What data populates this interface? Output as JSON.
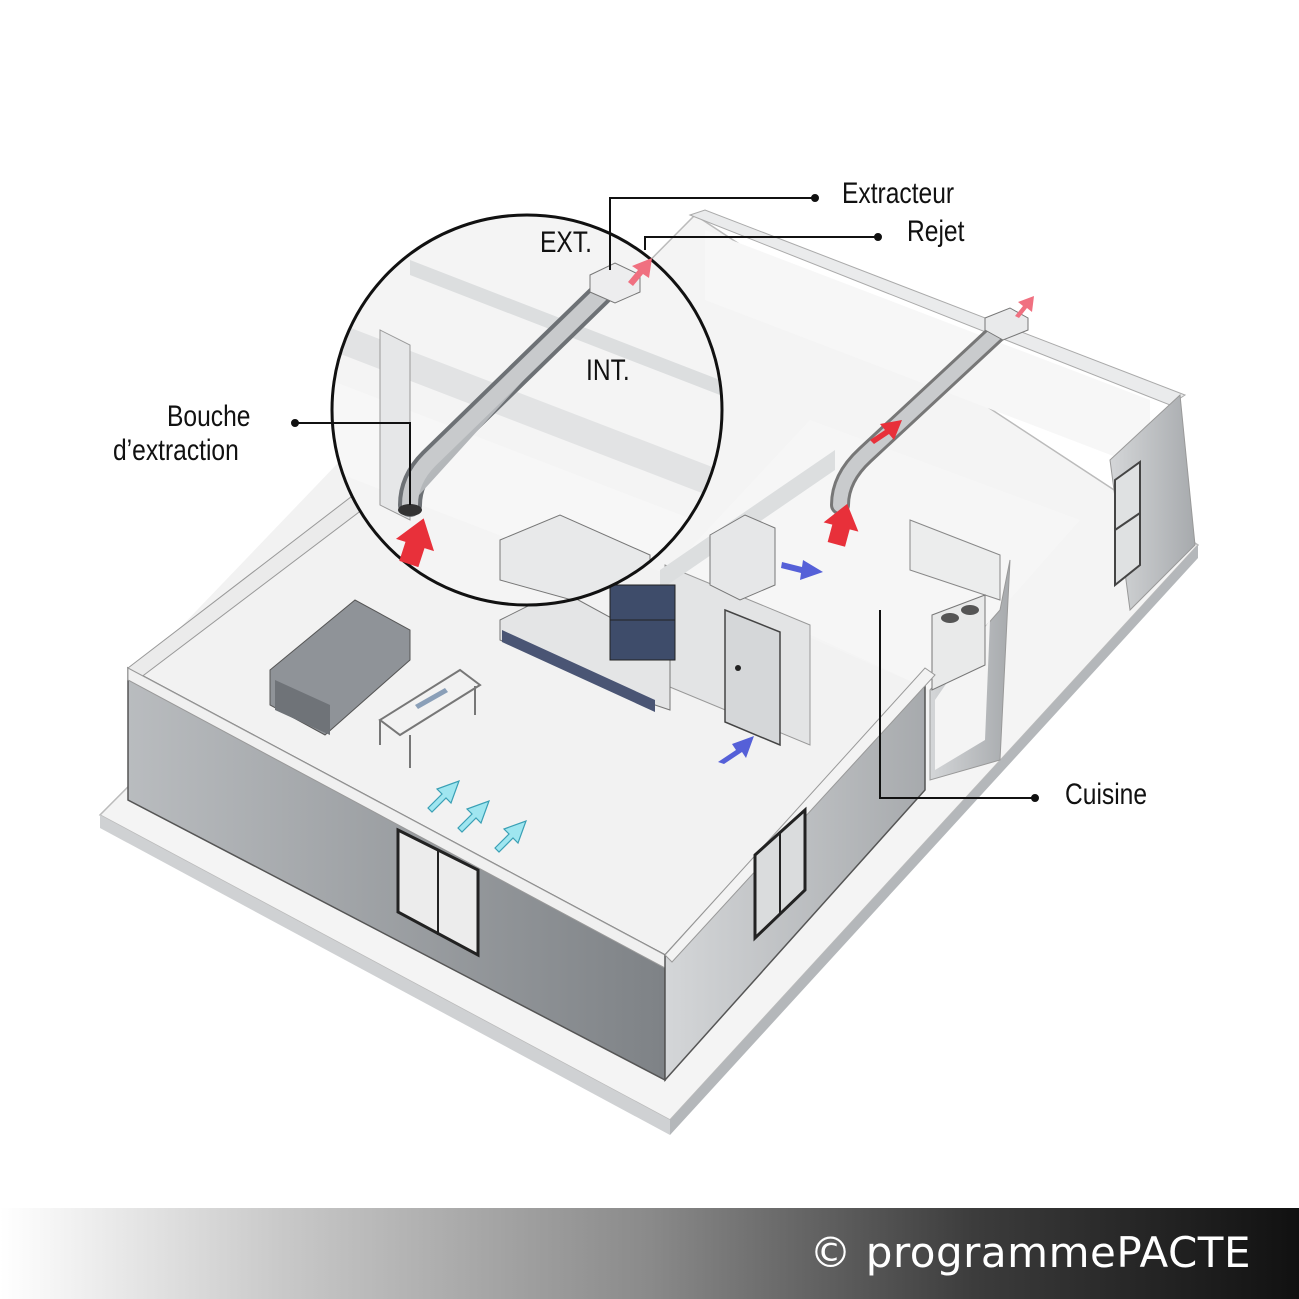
{
  "labels": {
    "extracteur": "Extracteur",
    "rejet": "Rejet",
    "ext": "EXT.",
    "int": "INT.",
    "bouche_line1": "Bouche",
    "bouche_line2": "d’extraction",
    "cuisine": "Cuisine"
  },
  "footer": {
    "copyright": "© programmePACTE"
  },
  "colors": {
    "exhaust_arrow": "#e8303a",
    "reject_arrow": "#f07080",
    "transfer_arrow": "#5560d8",
    "fresh_air_arrow": "#9fe6f0",
    "wall": "#9a9ea2",
    "floor": "#f2f2f2"
  }
}
